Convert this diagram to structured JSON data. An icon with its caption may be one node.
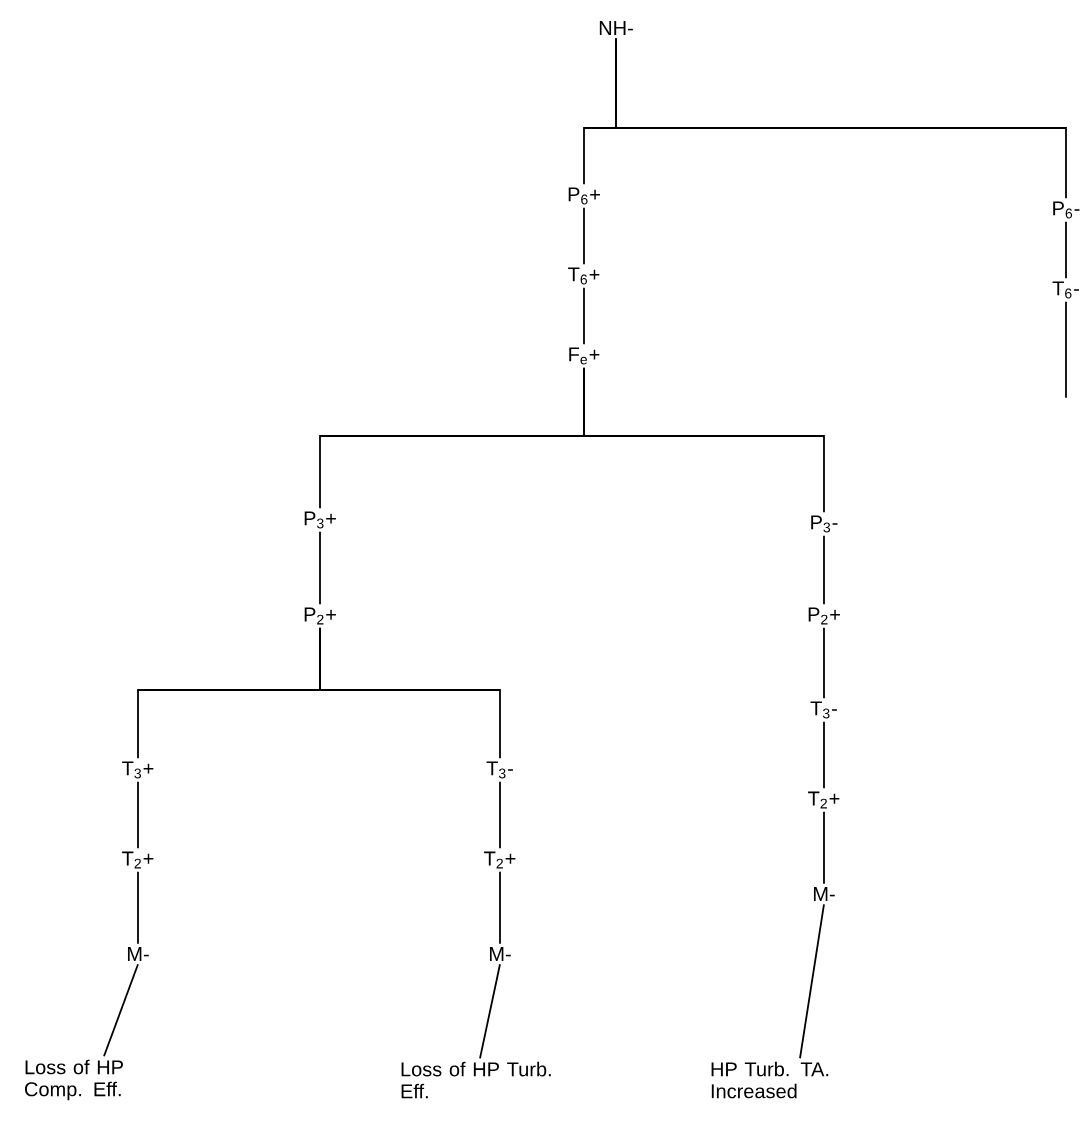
{
  "diagram": {
    "nodes": [
      {
        "text": [
          "NH-"
        ]
      },
      {
        "text": [
          "P$_{6}$+"
        ]
      },
      {
        "text": [
          "T$_{6}$+"
        ]
      },
      {
        "text": [
          "F$_{e}$+"
        ]
      },
      {
        "text": [
          "P$_{6}$-"
        ]
      },
      {
        "text": [
          "T$_{6}$-"
        ]
      },
      {
        "text": [
          "P$_{3}$+"
        ]
      },
      {
        "text": [
          "P$_{2}$+"
        ]
      },
      {
        "text": [
          "T$_{3}$+"
        ]
      },
      {
        "text": [
          "T$_{2}$+"
        ]
      },
      {
        "text": [
          "M-"
        ]
      },
      {
        "text": [
          "Loss of HP Comp. Eff."
        ]
      },
      {
        "text": [
          "T$_{3}$-"
        ]
      },
      {
        "text": [
          "T$_{2}$+"
        ]
      },
      {
        "text": [
          "M-"
        ]
      },
      {
        "text": [
          "Loss of HP Turb. Eff."
        ]
      },
      {
        "text": [
          "P$_{3}$-"
        ]
      },
      {
        "text": [
          "P$_{2}$+"
        ]
      },
      {
        "text": [
          "T$_{3}$-"
        ]
      },
      {
        "text": [
          "T$_{2}$+"
        ]
      },
      {
        "text": [
          "M-"
        ]
      },
      {
        "text": [
          "HP Turb. TA. Increased"
        ]
      }
    ],
    "edges": [
      {
        "from": 0,
        "to": 1,
        "arrow": "none"
      },
      {
        "from": 0,
        "to": 4,
        "arrow": "none"
      },
      {
        "from": 1,
        "to": 2,
        "arrow": "none"
      },
      {
        "from": 2,
        "to": 3,
        "arrow": "none"
      },
      {
        "from": 4,
        "to": 5,
        "arrow": "none"
      },
      {
        "from": 5,
        "to": null,
        "arrow": "none"
      },
      {
        "from": 3,
        "to": 6,
        "arrow": "none"
      },
      {
        "from": 3,
        "to": 16,
        "arrow": "none"
      },
      {
        "from": 6,
        "to": 7,
        "arrow": "none"
      },
      {
        "from": 7,
        "to": 8,
        "arrow": "none"
      },
      {
        "from": 7,
        "to": 12,
        "arrow": "none"
      },
      {
        "from": 8,
        "to": 9,
        "arrow": "none"
      },
      {
        "from": 9,
        "to": 10,
        "arrow": "none"
      },
      {
        "from": 10,
        "to": 11,
        "arrow": "none"
      },
      {
        "from": 12,
        "to": 13,
        "arrow": "none"
      },
      {
        "from": 13,
        "to": 14,
        "arrow": "none"
      },
      {
        "from": 14,
        "to": 15,
        "arrow": "none"
      },
      {
        "from": 16,
        "to": 17,
        "arrow": "none"
      },
      {
        "from": 17,
        "to": 18,
        "arrow": "none"
      },
      {
        "from": 18,
        "to": 19,
        "arrow": "none"
      },
      {
        "from": 19,
        "to": 20,
        "arrow": "none"
      },
      {
        "from": 20,
        "to": 21,
        "arrow": "none"
      }
    ]
  }
}
